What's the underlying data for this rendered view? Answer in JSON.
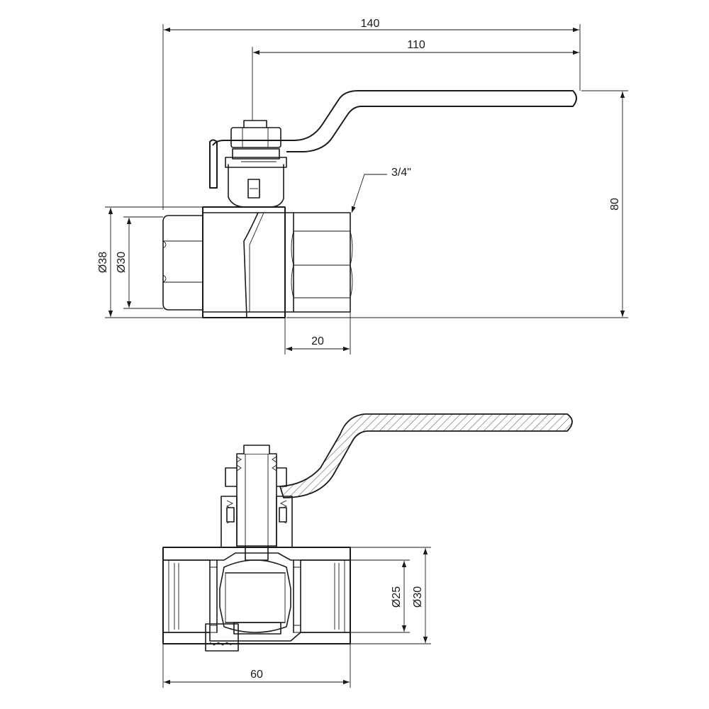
{
  "top_view": {
    "dimensions": {
      "overall_length": "140",
      "lever_length": "110",
      "height": "80",
      "outer_diameter": "Ø38",
      "hex_diameter": "Ø30",
      "thread_length": "20"
    },
    "thread_size": "3/4\""
  },
  "section_view": {
    "dimensions": {
      "bore_diameter": "Ø25",
      "end_diameter": "Ø30",
      "body_length": "60"
    }
  }
}
